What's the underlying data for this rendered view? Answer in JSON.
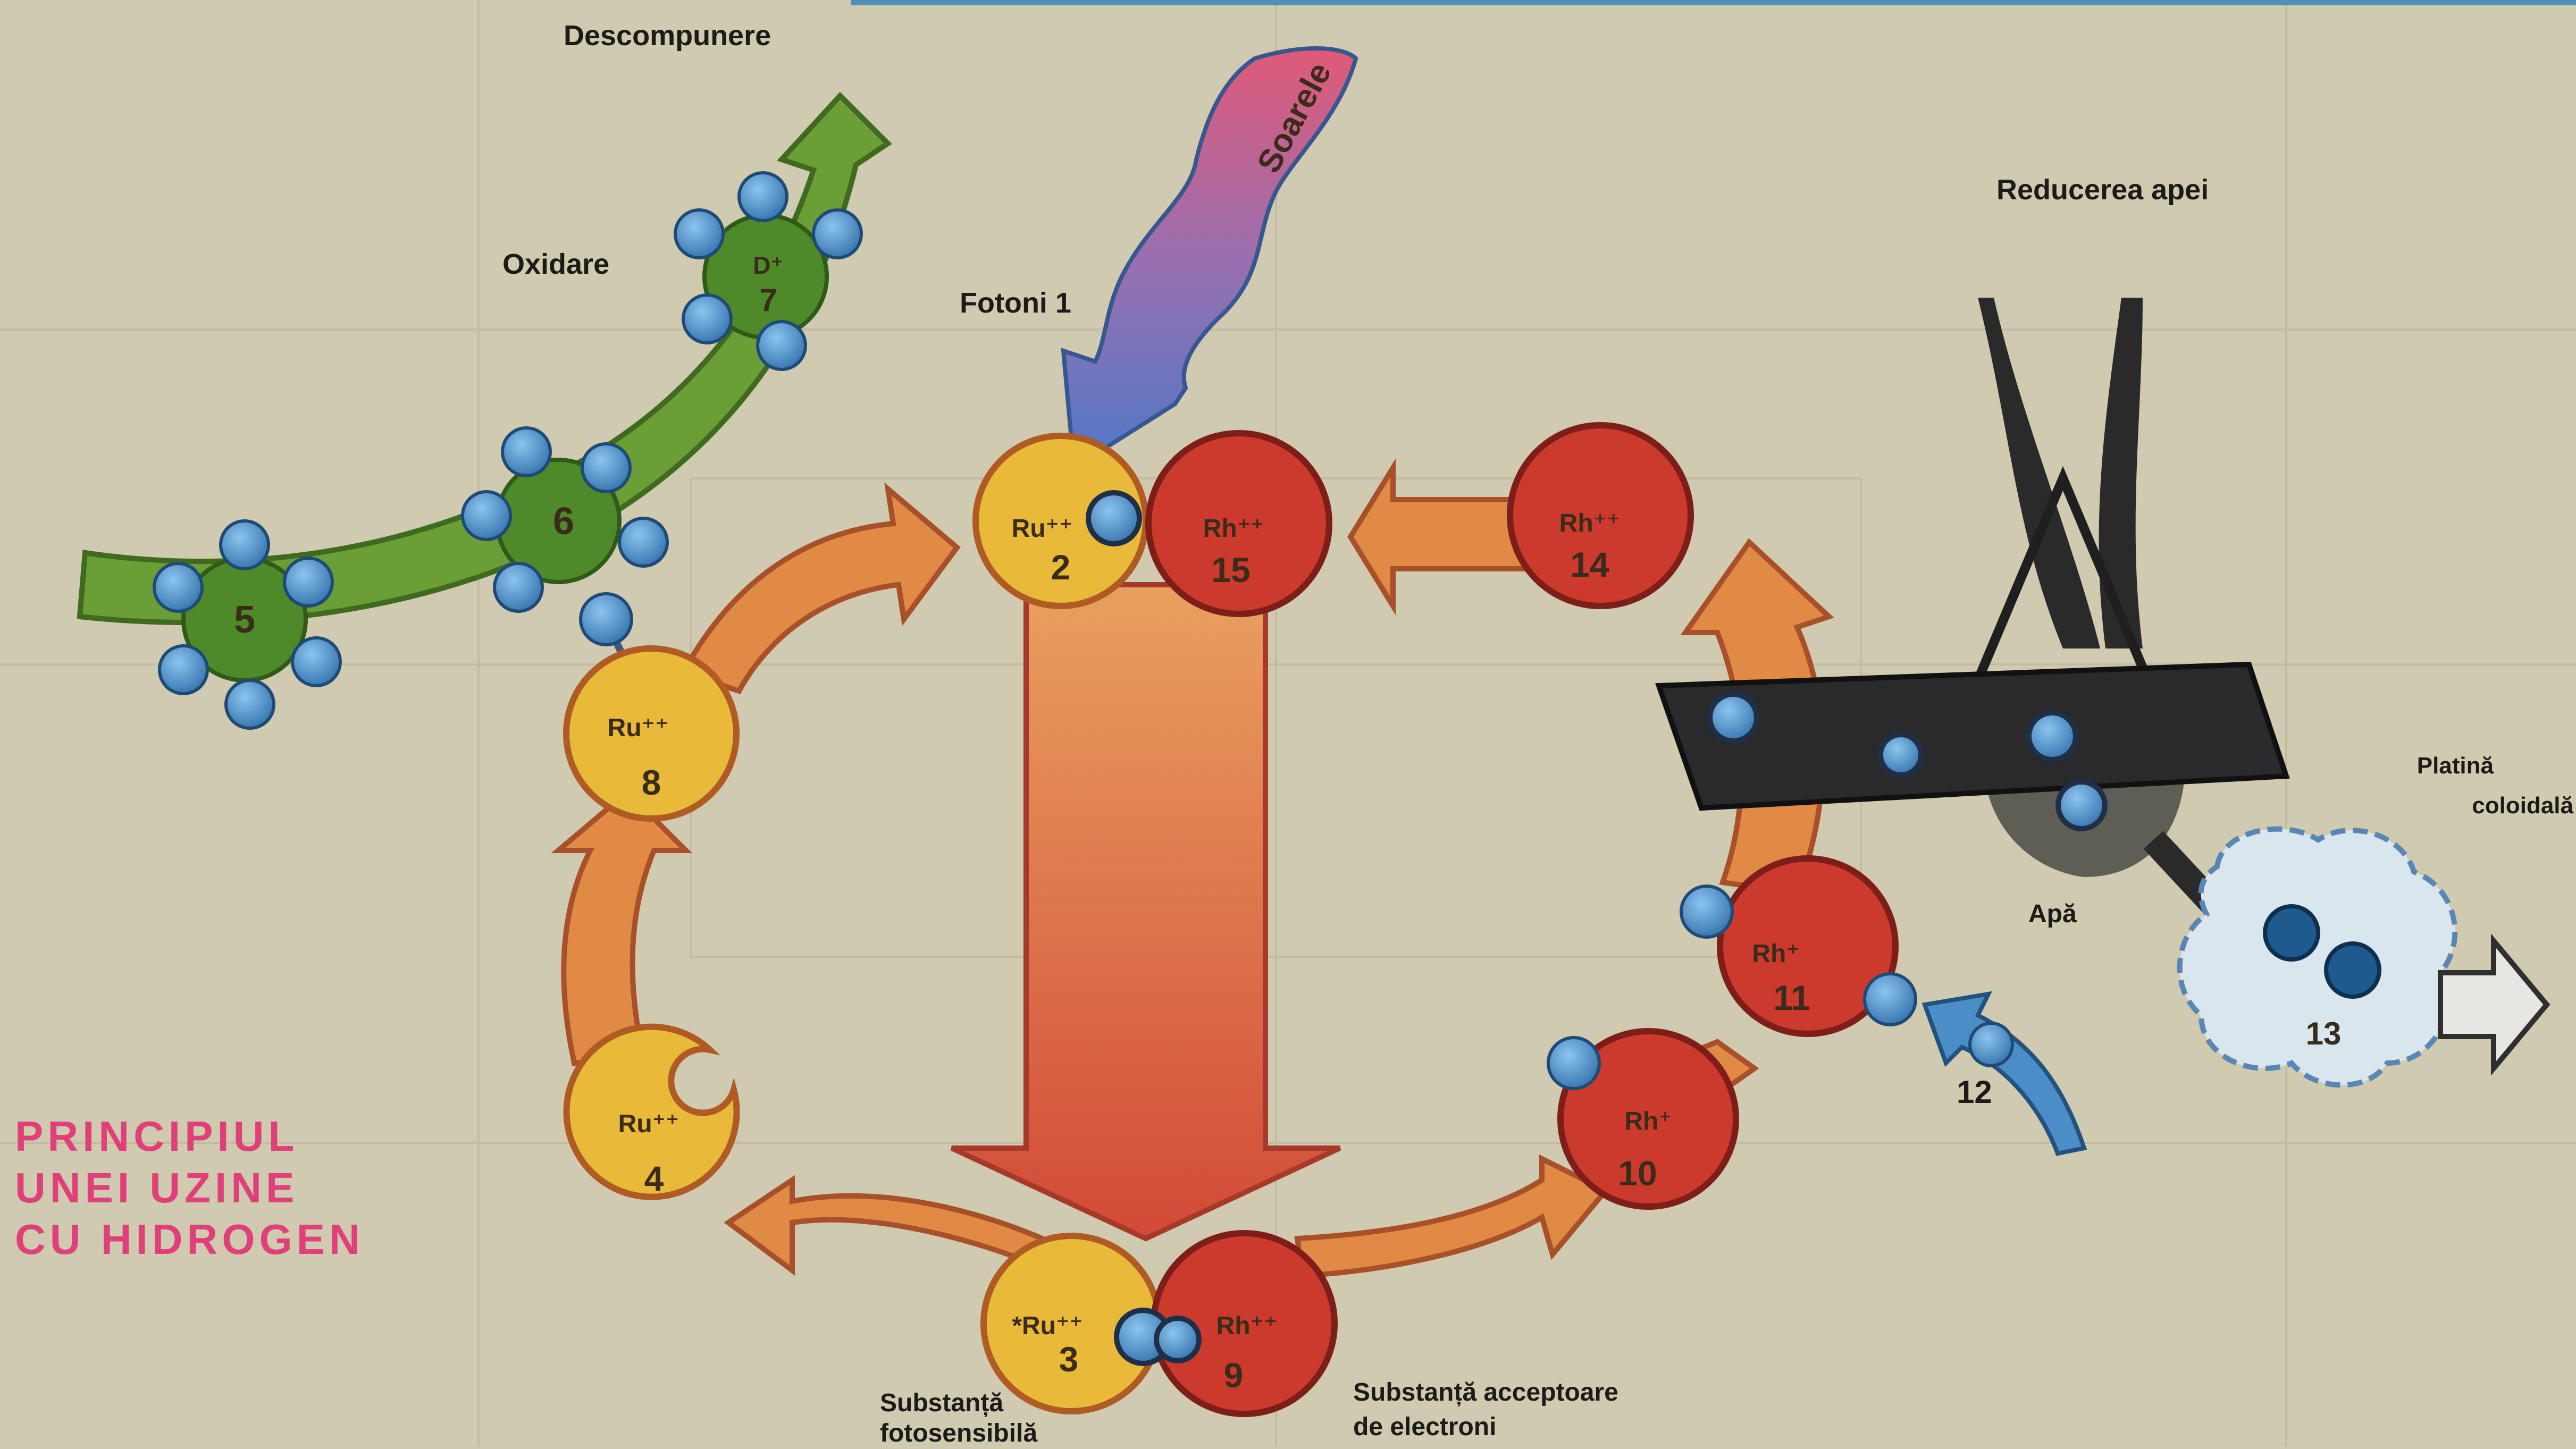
{
  "labels": {
    "descompunere": "Descompunere",
    "oxidare": "Oxidare",
    "fotoni": "Fotoni 1",
    "soarele": "Soarele",
    "reducerea": "Reducerea apei",
    "platina_1": "Platină",
    "platina_2": "coloidală",
    "apa": "Apă",
    "num_12": "12",
    "photo_1": "Substanță",
    "photo_2": "fotosensibilă",
    "accept_1": "Substanță acceptoare",
    "accept_2": "de electroni"
  },
  "title": [
    "PRINCIPIUL",
    "UNEI UZINE",
    "CU HIDROGEN"
  ],
  "colors": {
    "background": "#cfcab0",
    "yellow": "#e9b93a",
    "red": "#cc3a2e",
    "orange": "#e08a45",
    "green": "#6c9e38",
    "blue_dot": "#4b8dc6",
    "title": "#e0407a"
  },
  "nodes": {
    "ru_2": {
      "symbol": "Ru⁺⁺",
      "num": "2"
    },
    "rh_15": {
      "symbol": "Rh⁺⁺",
      "num": "15"
    },
    "rh_14": {
      "symbol": "Rh⁺⁺",
      "num": "14"
    },
    "ru_8": {
      "symbol": "Ru⁺⁺",
      "num": "8"
    },
    "ru_4": {
      "symbol": "Ru⁺⁺",
      "num": "4"
    },
    "ru_3": {
      "symbol": "*Ru⁺⁺",
      "num": "3"
    },
    "rh_9": {
      "symbol": "Rh⁺⁺",
      "num": "9"
    },
    "rh_11": {
      "symbol": "Rh⁺",
      "num": "11"
    },
    "rh_10": {
      "symbol": "Rh⁺",
      "num": "10"
    },
    "pt_13": {
      "num": "13"
    },
    "mol_5": {
      "num": "5"
    },
    "mol_6": {
      "num": "6"
    },
    "mol_7": {
      "symbol": "D⁺",
      "num": "7"
    }
  }
}
